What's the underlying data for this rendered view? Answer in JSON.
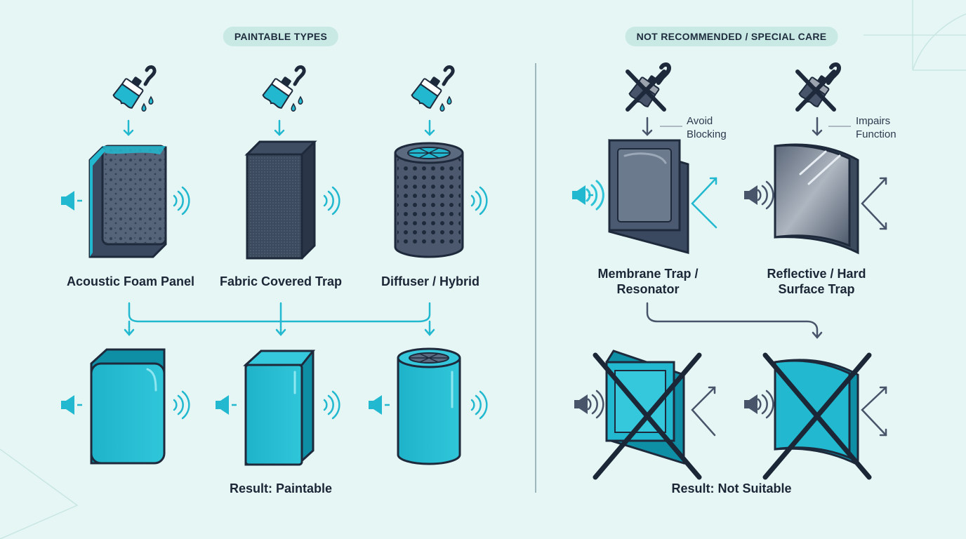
{
  "sections": {
    "paintable_title": "PAINTABLE TYPES",
    "not_recommended_title": "NOT RECOMMENDED / SPECIAL CARE"
  },
  "paintable": {
    "items": [
      {
        "label": "Acoustic Foam Panel"
      },
      {
        "label": "Fabric Covered Trap"
      },
      {
        "label": "Diffuser / Hybrid"
      }
    ],
    "result": "Result: Paintable"
  },
  "not_recommended": {
    "items": [
      {
        "label_line1": "Membrane Trap /",
        "label_line2": "Resonator",
        "note_line1": "Avoid",
        "note_line2": "Blocking"
      },
      {
        "label_line1": "Reflective / Hard",
        "label_line2": "Surface Trap",
        "note_line1": "Impairs",
        "note_line2": "Function"
      }
    ],
    "result": "Result: Not Suitable"
  },
  "colors": {
    "teal": "#22b8cf",
    "teal_dark": "#0e8fa6",
    "navy": "#1e2a3c",
    "slate": "#47546a",
    "background": "#e6f6f4"
  },
  "icons": [
    "paint-brush-icon",
    "crossed-brush-icon",
    "speaker-icon",
    "sound-wave-icon",
    "down-arrow-icon",
    "reflect-arrow-icon",
    "cross-mark-icon"
  ]
}
